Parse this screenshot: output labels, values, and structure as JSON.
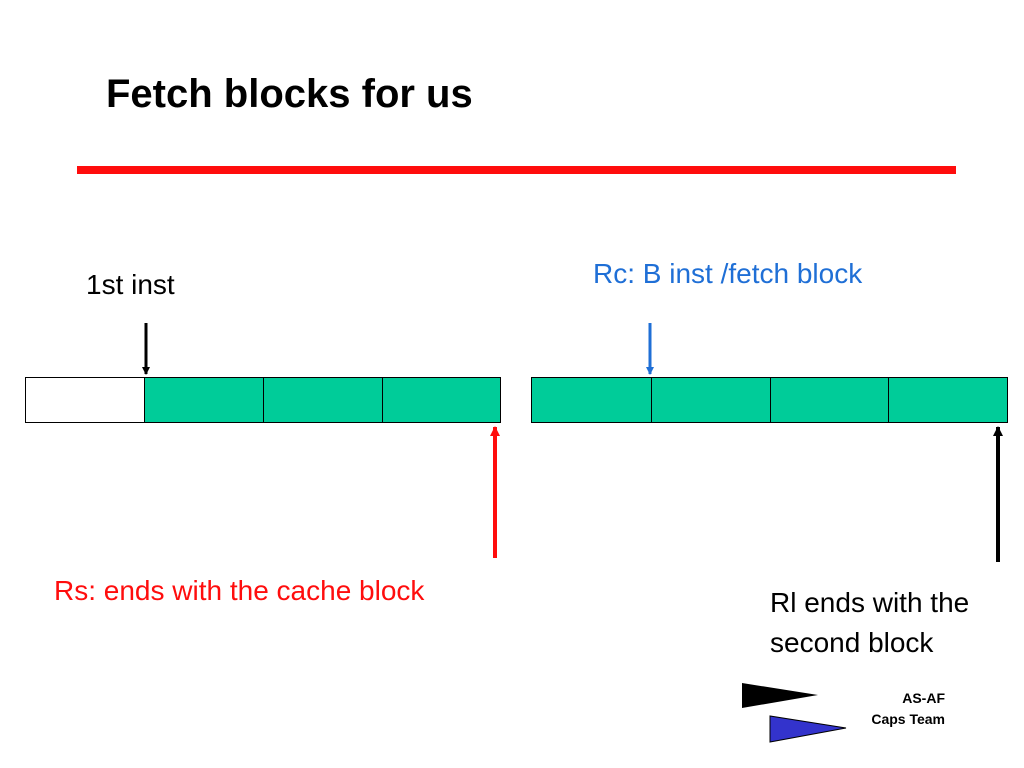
{
  "slide": {
    "title": "Fetch blocks for us"
  },
  "diagram": {
    "first_inst_label": "1st inst",
    "rc_label": "Rc: B inst /fetch block",
    "rs_label": "Rs: ends with the cache block",
    "rl_label_line1": "Rl ends with the",
    "rl_label_line2": "second block",
    "colors": {
      "block_fill": "#00cc99",
      "empty_block_fill": "#ffffff",
      "title_rule": "#ff0d0d",
      "rc_arrow": "#1f6fd6",
      "rs_arrow": "#ff0d0d",
      "rl_arrow": "#000000"
    },
    "fetch_group_1": [
      "empty-block",
      "filled-block",
      "filled-block",
      "filled-block"
    ],
    "fetch_group_2": [
      "filled-block",
      "filled-block",
      "filled-block",
      "filled-block"
    ]
  },
  "footer": {
    "logo_line1": "AS-AF",
    "logo_line2": "Caps Team",
    "logo_colors": [
      "#000000",
      "#3333cc"
    ]
  }
}
